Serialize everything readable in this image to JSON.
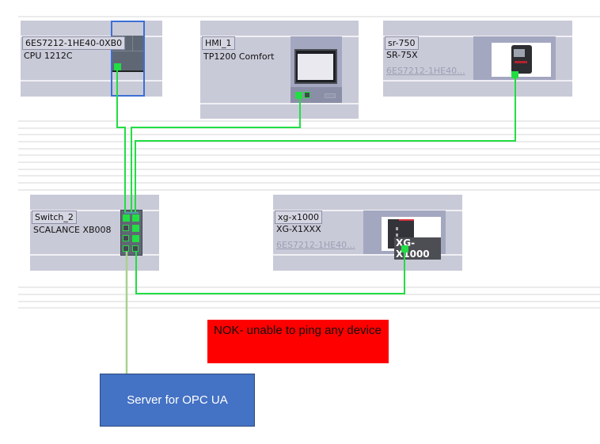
{
  "diagram": {
    "title": "PROFINET network view",
    "devices": [
      {
        "id": "cpu",
        "name": "6ES7212-1HE40-0XB0",
        "type": "CPU 1212C",
        "order_no": "",
        "selected": true
      },
      {
        "id": "hmi",
        "name": "HMI_1",
        "type": "TP1200 Comfort",
        "order_no": ""
      },
      {
        "id": "sr",
        "name": "sr-750",
        "type": "SR-75X",
        "order_no": "6ES7212-1HE40..."
      },
      {
        "id": "switch",
        "name": "Switch_2",
        "type": "SCALANCE XB008",
        "order_no": ""
      },
      {
        "id": "xg",
        "name": "xg-x1000",
        "type": "XG-X1XXX",
        "order_no": "6ES7212-1HE40...",
        "image_caption": "XG-X1000"
      }
    ],
    "connections": [
      {
        "from": "cpu",
        "to": "switch",
        "color": "#22dd44"
      },
      {
        "from": "hmi",
        "to": "switch",
        "color": "#22dd44"
      },
      {
        "from": "sr",
        "to": "switch",
        "color": "#22dd44"
      },
      {
        "from": "switch",
        "to": "xg",
        "color": "#22dd44"
      },
      {
        "from": "switch",
        "to": "server",
        "color": "#a9d18e"
      }
    ],
    "annotations": {
      "nok_text": "NOK- unable to ping any device",
      "nok_color": "#ff0000",
      "server_text": "Server for OPC UA",
      "server_color": "#4472c4"
    }
  }
}
